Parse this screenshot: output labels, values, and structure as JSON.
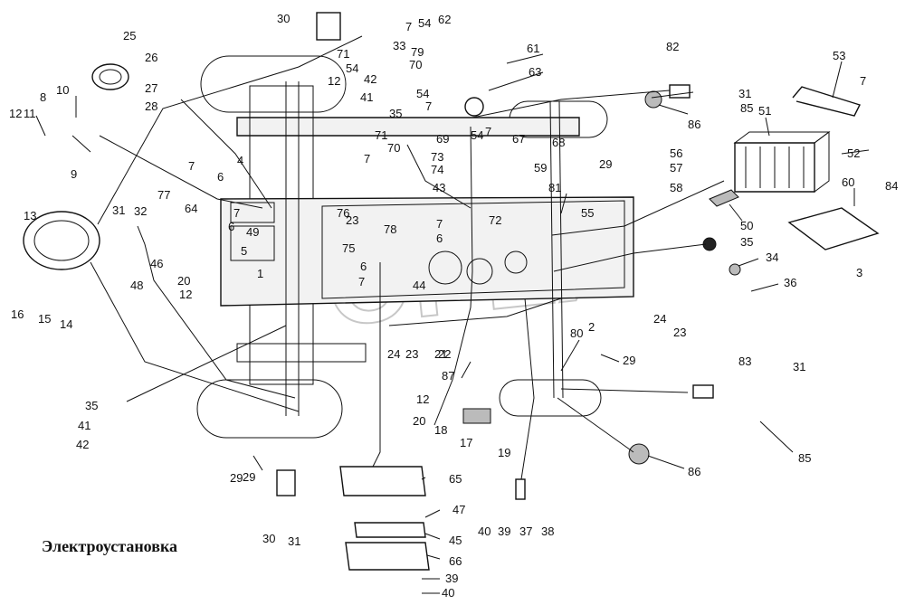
{
  "caption": "Электроустановка",
  "watermark": "OPEX",
  "callouts": [
    "1",
    "2",
    "3",
    "4",
    "5",
    "6",
    "6",
    "6",
    "6",
    "7",
    "7",
    "7",
    "7",
    "7",
    "7",
    "7",
    "7",
    "7",
    "8",
    "9",
    "10",
    "11",
    "12",
    "12",
    "12",
    "12",
    "13",
    "14",
    "15",
    "16",
    "17",
    "18",
    "19",
    "20",
    "20",
    "21",
    "22",
    "23",
    "23",
    "23",
    "24",
    "24",
    "25",
    "26",
    "27",
    "28",
    "29",
    "29",
    "29",
    "29",
    "30",
    "30",
    "31",
    "31",
    "31",
    "31",
    "32",
    "33",
    "34",
    "35",
    "35",
    "35",
    "36",
    "37",
    "38",
    "39",
    "39",
    "40",
    "40",
    "41",
    "41",
    "42",
    "42",
    "43",
    "44",
    "45",
    "46",
    "47",
    "48",
    "49",
    "50",
    "51",
    "52",
    "53",
    "54",
    "54",
    "54",
    "54",
    "55",
    "56",
    "57",
    "58",
    "59",
    "60",
    "61",
    "62",
    "63",
    "64",
    "65",
    "66",
    "67",
    "68",
    "69",
    "70",
    "70",
    "71",
    "71",
    "72",
    "73",
    "74",
    "75",
    "76",
    "77",
    "78",
    "79",
    "80",
    "81",
    "82",
    "83",
    "84",
    "85",
    "85",
    "86",
    "86",
    "87"
  ]
}
